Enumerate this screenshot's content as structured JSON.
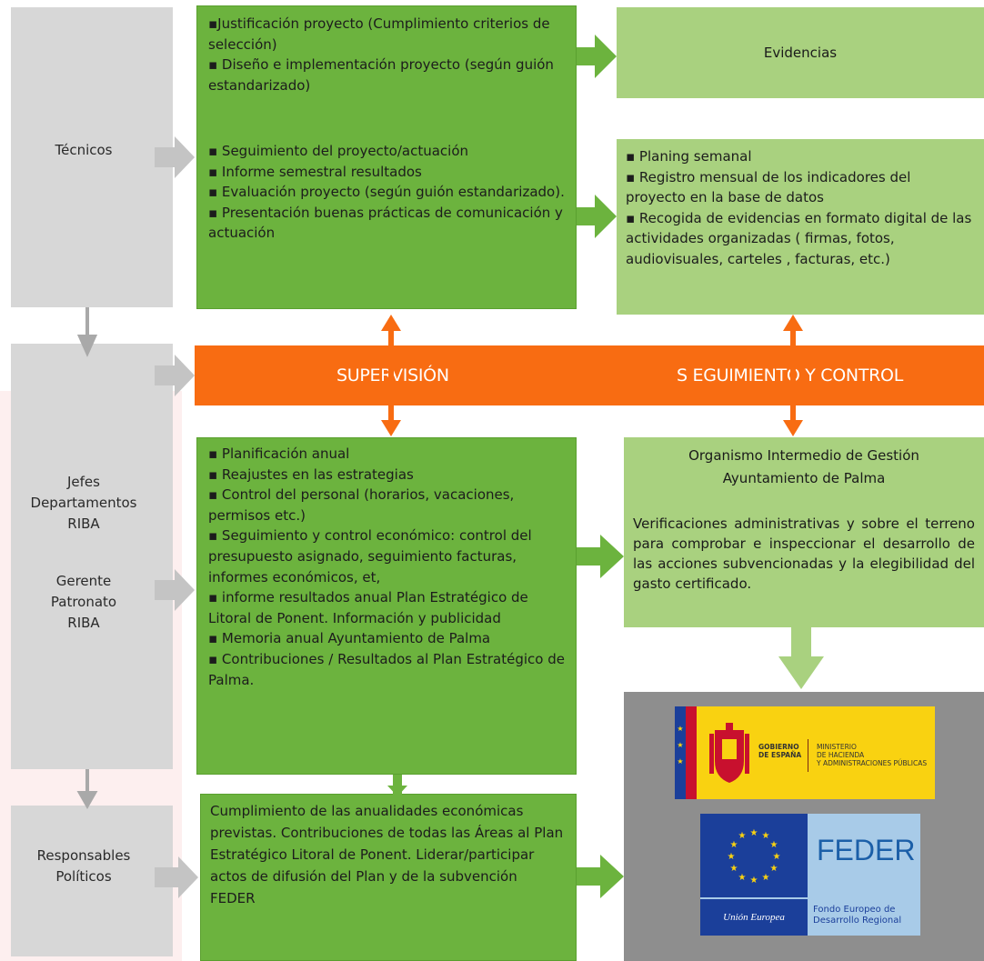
{
  "roles": {
    "tecnicos": "Técnicos",
    "jefes": [
      "Jefes",
      "Departamentos",
      "RIBA"
    ],
    "gerente": [
      "Gerente",
      "Patronato",
      "RIBA"
    ],
    "responsables": [
      "Responsables",
      "Políticos"
    ]
  },
  "top_green": {
    "group1": [
      "▪Justificación proyecto (Cumplimiento criterios de selección)",
      "▪ Diseño e implementación proyecto (según guión estandarizado)"
    ],
    "group2": [
      "▪ Seguimiento del proyecto/actuación",
      "▪ Informe semestral resultados",
      "▪ Evaluación proyecto (según guión estandarizado).",
      "▪ Presentación buenas prácticas de comunicación y actuación"
    ]
  },
  "evidencias": "Evidencias",
  "planning": [
    "▪ Planing semanal",
    "▪ Registro mensual de los indicadores del proyecto en la base de datos",
    "▪ Recogida de evidencias en formato digital de las actividades organizadas ( firmas, fotos, audiovisuales, carteles , facturas, etc.)"
  ],
  "orange_bar": {
    "left": "SUPERVISIÓN",
    "right": "S EGUIMIENTO Y CONTROL"
  },
  "middle_green": [
    "▪  Planificación anual",
    "▪ Reajustes en las estrategias",
    "▪ Control del personal (horarios, vacaciones, permisos etc.)",
    "▪ Seguimiento y control económico: control del presupuesto asignado, seguimiento facturas, informes económicos, et,",
    "▪ informe resultados anual Plan Estratégico de Litoral de Ponent. Información y publicidad",
    "▪ Memoria anual Ayuntamiento de Palma",
    "▪ Contribuciones / Resultados al Plan Estratégico de Palma."
  ],
  "organismo": {
    "title1": "Organismo Intermedio de Gestión",
    "title2": "Ayuntamiento de Palma",
    "body": "Verificaciones administrativas y sobre el terreno para comprobar e inspeccionar el desarrollo de las acciones subvencionadas y la elegibilidad del gasto certificado."
  },
  "bottom_green": "Cumplimiento de las anualidades económicas previstas. Contribuciones de todas las Áreas al Plan Estratégico Litoral de Ponent. Liderar/participar actos de difusión del Plan y de la subvención FEDER",
  "logos": {
    "gobierno": [
      "GOBIERNO",
      "DE ESPAÑA"
    ],
    "ministerio": [
      "MINISTERIO",
      "DE HACIENDA",
      "Y ADMINISTRACIONES PÚBLICAS"
    ],
    "feder": "FEDER",
    "union": "Unión Europea",
    "fondo": [
      "Fondo Europeo de",
      "Desarrollo Regional"
    ]
  },
  "colors": {
    "gray": "#d7d7d7",
    "green": "#6cb33e",
    "lightgreen": "#a9d17f",
    "orange": "#f86c12",
    "darkgray": "#8e8e8e",
    "eu_blue": "#1b3f9a",
    "spain_yellow": "#f9d211",
    "spain_red": "#c8102e"
  }
}
